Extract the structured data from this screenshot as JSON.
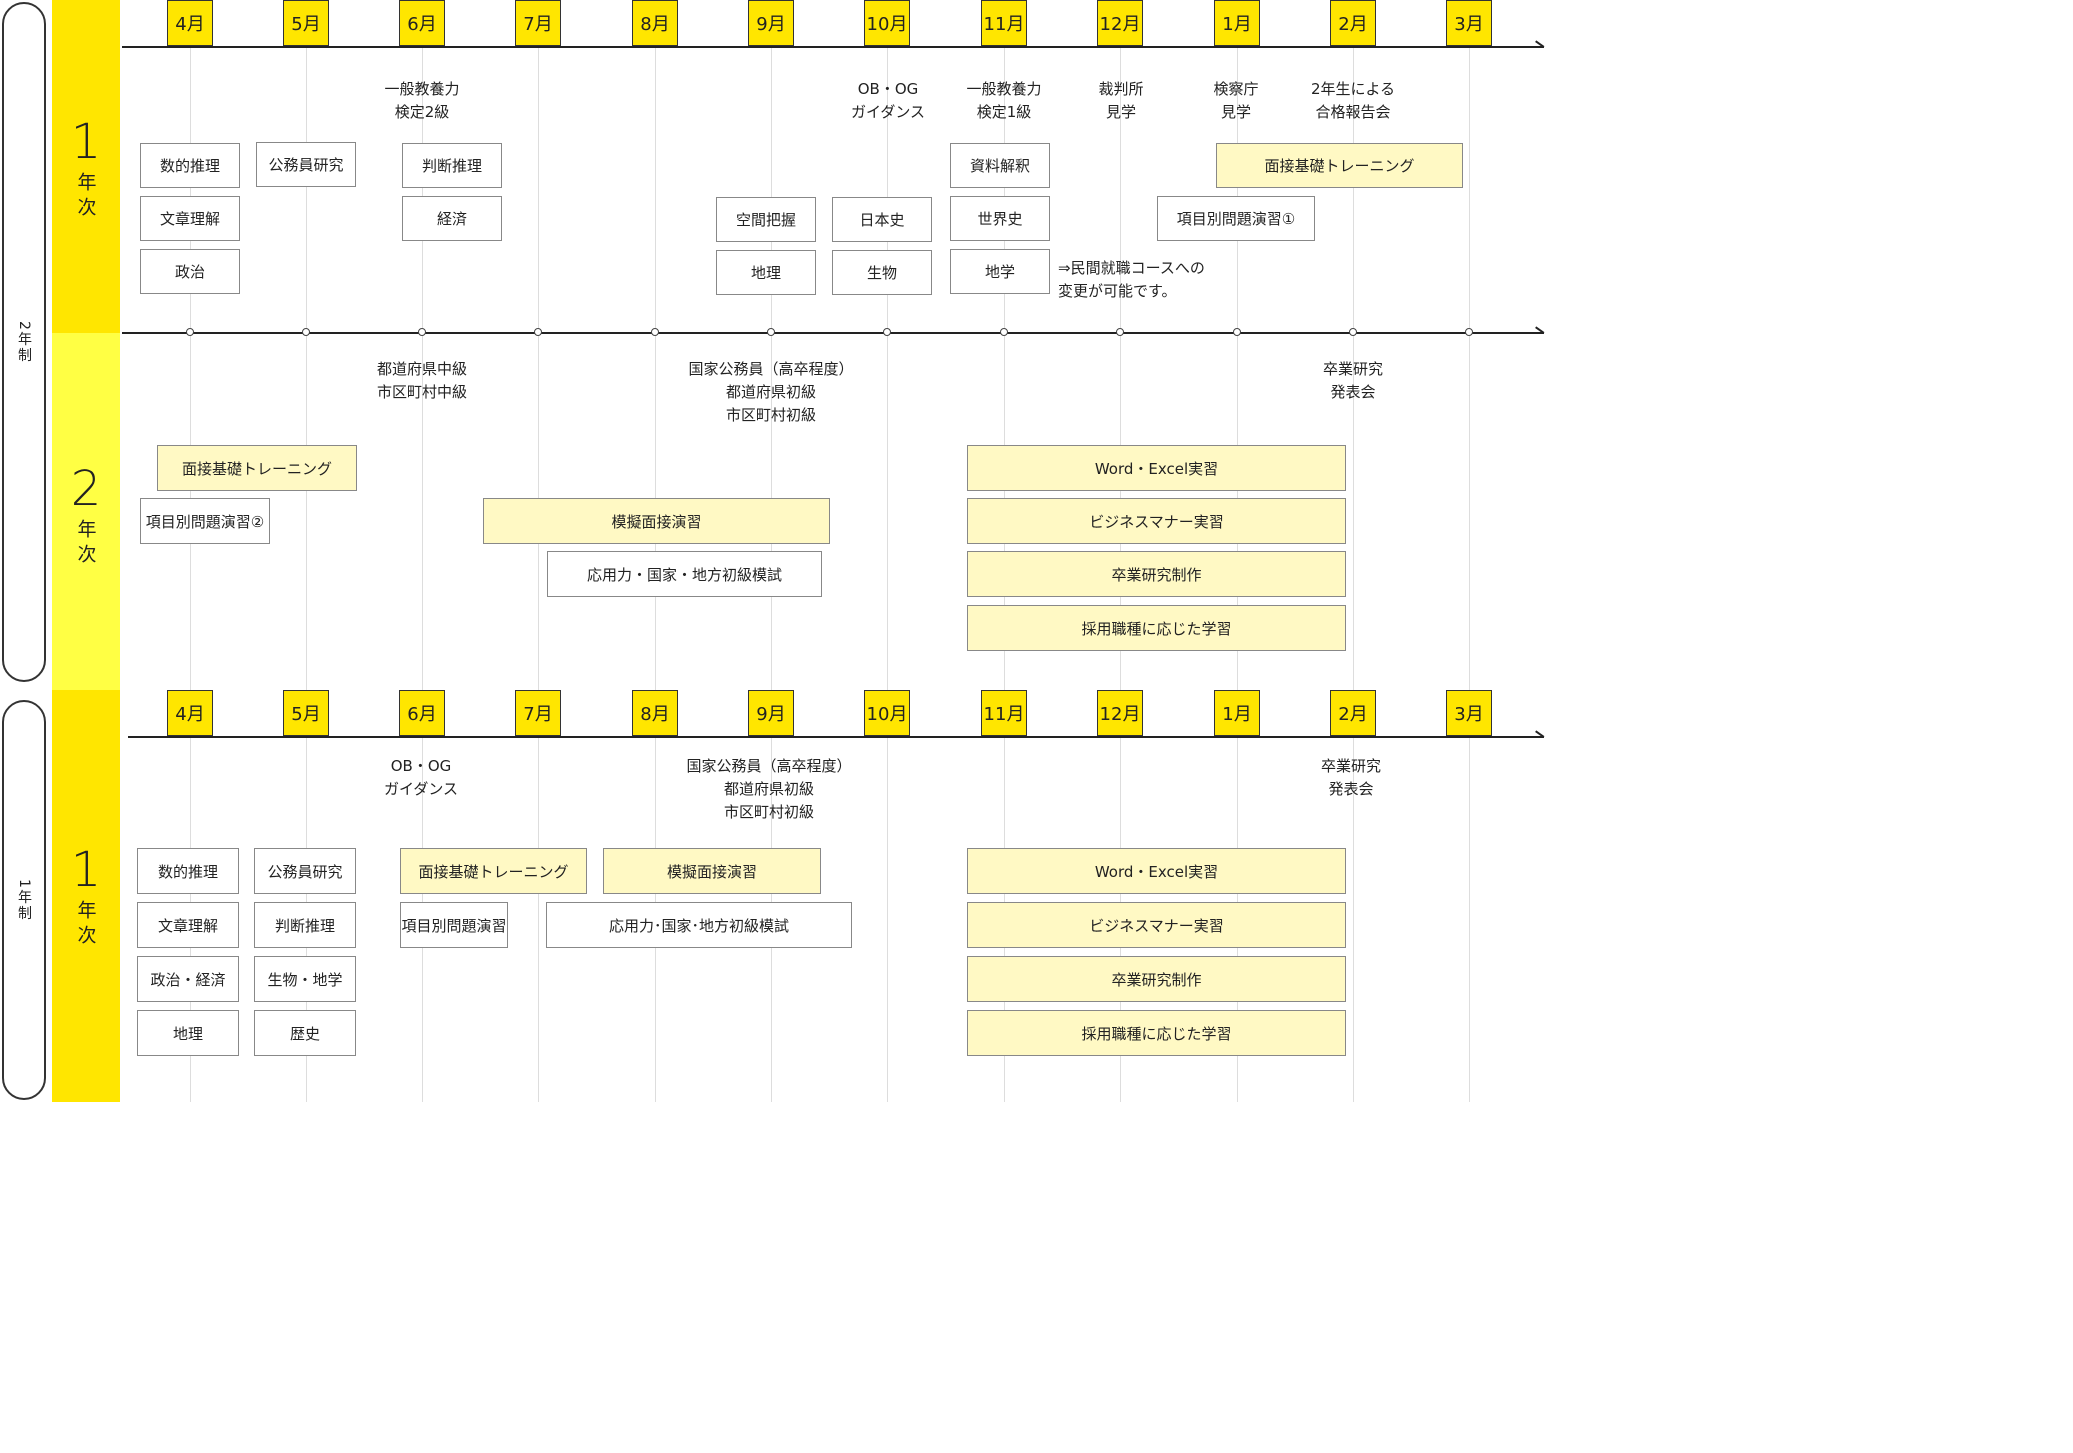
{
  "months": [
    "4月",
    "5月",
    "6月",
    "7月",
    "8月",
    "9月",
    "10月",
    "11月",
    "12月",
    "1月",
    "2月",
    "3月"
  ],
  "course2": {
    "label": "2年制",
    "year1": {
      "num": "1",
      "label": "年次",
      "events": [
        "一般教養力\n検定2級",
        "OB・OG\nガイダンス",
        "一般教養力\n検定1級",
        "裁判所\n見学",
        "検察庁\n見学",
        "2年生による\n合格報告会"
      ],
      "boxes": [
        "数的推理",
        "文章理解",
        "政治",
        "公務員研究",
        "判断推理",
        "経済",
        "空間把握",
        "地理",
        "日本史",
        "生物",
        "資料解釈",
        "世界史",
        "地学",
        "面接基礎トレーニング",
        "項目別問題演習①"
      ],
      "notice": "⇒民間就職コースへの\n変更が可能です。"
    },
    "year2": {
      "num": "2",
      "label": "年次",
      "events": [
        "都道府県中級\n市区町村中級",
        "国家公務員（高卒程度）\n都道府県初級\n市区町村初級",
        "卒業研究\n発表会"
      ],
      "boxes": [
        "面接基礎トレーニング",
        "項目別問題演習②",
        "模擬面接演習",
        "応用力・国家・地方初級模試",
        "Word・Excel実習",
        "ビジネスマナー実習",
        "卒業研究制作",
        "採用職種に応じた学習"
      ]
    }
  },
  "course1": {
    "label": "1年制",
    "year1": {
      "num": "1",
      "label": "年次",
      "events": [
        "OB・OG\nガイダンス",
        "国家公務員（高卒程度）\n都道府県初級\n市区町村初級",
        "卒業研究\n発表会"
      ],
      "boxes": [
        "数的推理",
        "文章理解",
        "政治・経済",
        "地理",
        "公務員研究",
        "判断推理",
        "生物・地学",
        "歴史",
        "面接基礎トレーニング",
        "項目別問題演習",
        "模擬面接演習",
        "応用力･国家･地方初級模試",
        "Word・Excel実習",
        "ビジネスマナー実習",
        "卒業研究制作",
        "採用職種に応じた学習"
      ]
    }
  },
  "colors": {
    "yellow": "#ffe600",
    "light_yellow": "#ffff44",
    "box_highlight": "#fff9c4"
  }
}
